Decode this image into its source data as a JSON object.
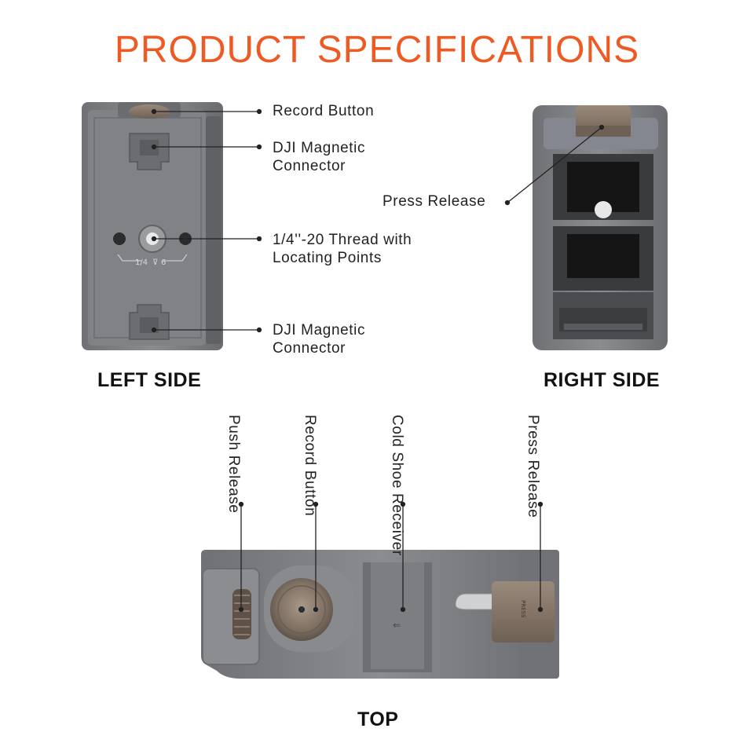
{
  "page": {
    "title": "PRODUCT SPECIFICATIONS",
    "title_color": "#ee5a24"
  },
  "views": {
    "left": "LEFT SIDE",
    "right": "RIGHT SIDE",
    "top": "TOP"
  },
  "left_callouts": {
    "record_button": "Record Button",
    "magnetic_top_1": "DJI Magnetic",
    "magnetic_top_2": "Connector",
    "thread_1": "1/4''-20 Thread with",
    "thread_2": "Locating Points",
    "magnetic_bottom_1": "DJI Magnetic",
    "magnetic_bottom_2": "Connector",
    "engraving": "1/4",
    "engraving_depth": "6"
  },
  "right_callouts": {
    "press_release": "Press Release"
  },
  "top_callouts": {
    "push_release_1": "Push",
    "push_release_2": "Release",
    "record_button_1": "Record",
    "record_button_2": "Button",
    "cold_shoe_1": "Cold Shoe",
    "cold_shoe_2": "Receiver",
    "press_release_1": "Press",
    "press_release_2": "Release",
    "tab_text": "PRESS"
  },
  "colors": {
    "metal": "#77797d",
    "metal_light": "#8d8f93",
    "metal_dark": "#55575b",
    "bronze": "#8a7a6c",
    "leader": "#222222"
  }
}
